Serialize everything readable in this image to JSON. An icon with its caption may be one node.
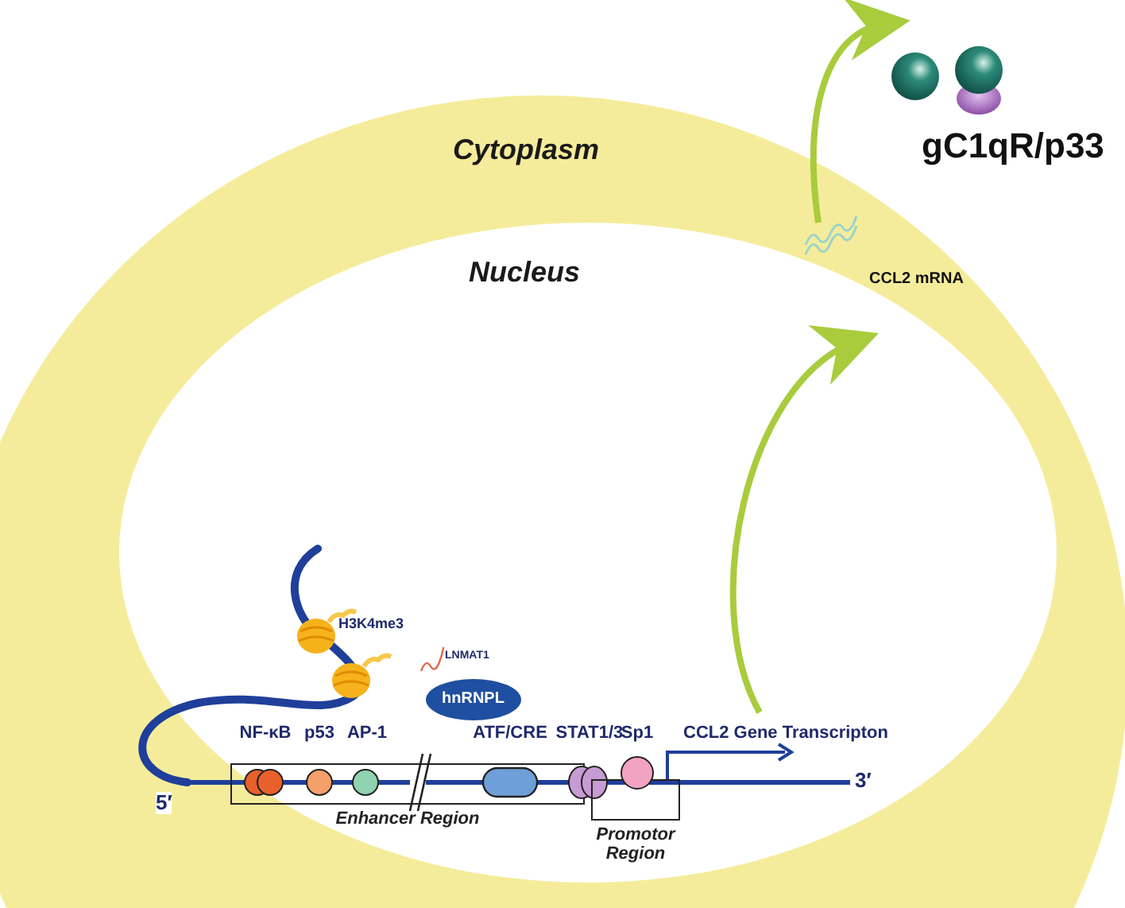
{
  "diagram": {
    "nodes": [
      {
        "text": [
          "Cytoplasm"
        ]
      },
      {
        "text": [
          "Nucleus"
        ],
        "in": 0
      },
      {
        "text": [
          "H3K4me3"
        ],
        "in": 1
      },
      {
        "text": [
          "LNMAT1"
        ],
        "in": 1
      },
      {
        "text": [
          "hnRNPL"
        ],
        "in": 1
      },
      {
        "text": [
          "Enhancer Region"
        ],
        "in": 1
      },
      {
        "text": [
          "NF-κB"
        ],
        "in": 5
      },
      {
        "text": [
          "p53"
        ],
        "in": 5
      },
      {
        "text": [
          "AP-1"
        ],
        "in": 5
      },
      {
        "text": [
          "ATF/CRE"
        ],
        "in": 5
      },
      {
        "text": [
          "STAT1/3"
        ],
        "in": 1
      },
      {
        "text": [
          "Promotor Region"
        ],
        "in": 1
      },
      {
        "text": [
          "Sp1"
        ],
        "in": 1
      },
      {
        "text": [
          "CCL2 mRNA"
        ],
        "in": 0
      },
      {
        "text": [
          "gC1qR/p33"
        ]
      }
    ],
    "edges": [
      {
        "from": 13,
        "to": 14,
        "arrow": "to"
      }
    ],
    "labels": [
      "5′",
      "CCL2 Gene Transcripton",
      "3′"
    ]
  }
}
